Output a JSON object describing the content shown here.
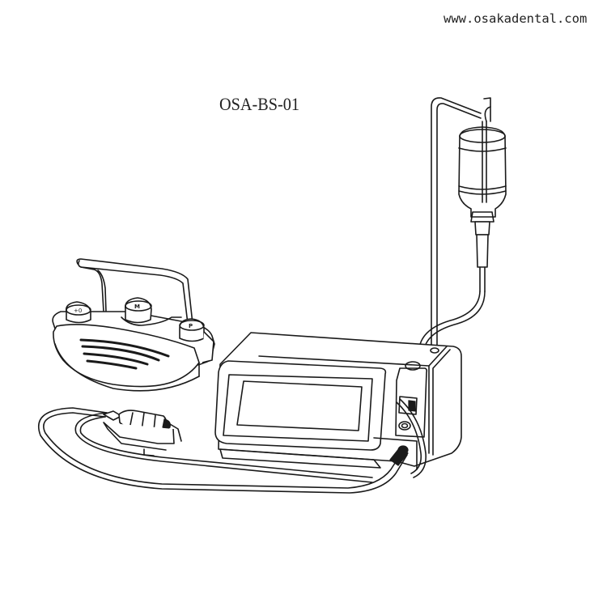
{
  "watermark": {
    "text": "www.osakadental.com"
  },
  "product": {
    "model_label": "OSA-BS-01"
  },
  "illustration": {
    "subject": "dental surgical motor unit line drawing",
    "parts": [
      "foot-control-pedal",
      "main-console-with-touchscreen",
      "irrigation-bottle-on-pole",
      "motor-handpiece-with-cable",
      "irrigation-tube"
    ],
    "line_color": "#1a1a1a",
    "background_color": "#ffffff"
  }
}
